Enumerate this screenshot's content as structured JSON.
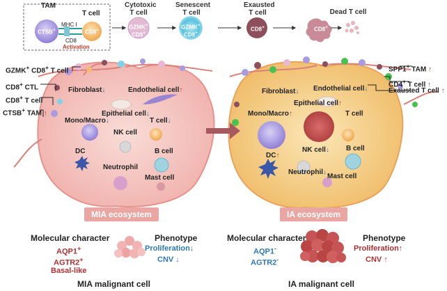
{
  "top": {
    "tam_label": "TAM",
    "tcell_label": "T cell",
    "ctsb_inner": "CTSB",
    "ctsb_sup": "+",
    "cd8_inner": "CD8",
    "cd8_sup": "+",
    "mhc_label": "MHC I",
    "cd8_label": "CD8",
    "activation_label": "Activation",
    "cytotoxic_label": "Cytotoxic\nT cell",
    "cytotoxic_inner": "GZMK",
    "senescent_label": "Senescent\nT cell",
    "senescent_inner": "GZMK",
    "exhausted_label": "Exausted\nT cell",
    "exhausted_inner": "CD8",
    "dead_label": "Dead T cell",
    "dead_inner": "CD8"
  },
  "left_callouts": {
    "gzmk": "GZMK",
    "gzmk_rest": "CD8",
    "gzmk_tail": "T cell",
    "ctl": "CD8",
    "ctl_tail": "CTL",
    "cd8t": "CD8",
    "cd8t_tail": "T cell",
    "ctsb": "CTSB",
    "ctsb_tail": "TAM"
  },
  "right_callouts": {
    "spp1": "SPP1",
    "spp1_tail": "TAM",
    "cd4": "CD4",
    "cd4_tail": "T cell",
    "exh": "Exausted T cell"
  },
  "mia": {
    "fibroblast": "Fibroblast",
    "endothelial": "Endothelial cell",
    "epithelial": "Epithelial cell",
    "mono": "Mono/Macro",
    "tcell": "T cell",
    "nk": "NK cell",
    "dc": "DC",
    "bcell": "B cell",
    "neutro": "Neutrophil",
    "mast": "Mast cell",
    "badge": "MIA ecosystem"
  },
  "ia": {
    "fibroblast": "Fibroblast",
    "endothelial": "Endothelial cell",
    "epithelial": "Epithelial cell",
    "mono": "Mono/Macro",
    "tcell": "T cell",
    "nk": "NK cell",
    "dc": "DC",
    "bcell": "B cell",
    "neutro": "Neutrophil",
    "mast": "Mast cell",
    "badge": "IA ecosystem"
  },
  "bottom_left": {
    "mol_title": "Molecular character",
    "aqp1": "AQP1",
    "agtr2": "AGTR2",
    "basal": "Basal-like",
    "pheno_title": "Phenotype",
    "prolif": "Proliferation",
    "cnv": "CNV",
    "caption": "MIA malignant cell"
  },
  "bottom_right": {
    "mol_title": "Molecular character",
    "aqp1": "AQP1",
    "agtr2": "AGTR2",
    "pheno_title": "Phenotype",
    "prolif": "Proliferation",
    "cnv": "CNV",
    "caption": "IA malignant cell"
  },
  "colors": {
    "tam": "#a99be0",
    "tcell": "#f4b870",
    "cytotoxic": "#e8b7d3",
    "senescent": "#7fd3e8",
    "exhausted": "#9b5a66",
    "dead": "#d9a4ad",
    "mia_fill": "#f6c7c3",
    "ia_fill": "#f7d79b",
    "badge": "#e9a6a2",
    "up": "#c0392b",
    "down": "#2e6fa8"
  }
}
